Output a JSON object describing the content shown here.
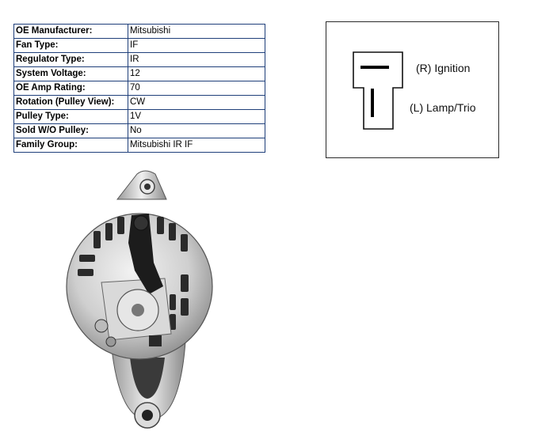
{
  "specs": [
    {
      "label": "OE Manufacturer:",
      "value": "Mitsubishi"
    },
    {
      "label": "Fan Type:",
      "value": "IF"
    },
    {
      "label": "Regulator Type:",
      "value": "IR"
    },
    {
      "label": "System Voltage:",
      "value": "12"
    },
    {
      "label": "OE Amp Rating:",
      "value": "70"
    },
    {
      "label": "Rotation (Pulley View):",
      "value": "CW"
    },
    {
      "label": "Pulley Type:",
      "value": "1V"
    },
    {
      "label": "Sold W/O Pulley:",
      "value": "No"
    },
    {
      "label": "Family Group:",
      "value": "Mitsubishi IR IF"
    }
  ],
  "connector": {
    "pin_r": "(R) Ignition",
    "pin_l": "(L) Lamp/Trio"
  },
  "colors": {
    "table_border": "#1f3f7a"
  }
}
